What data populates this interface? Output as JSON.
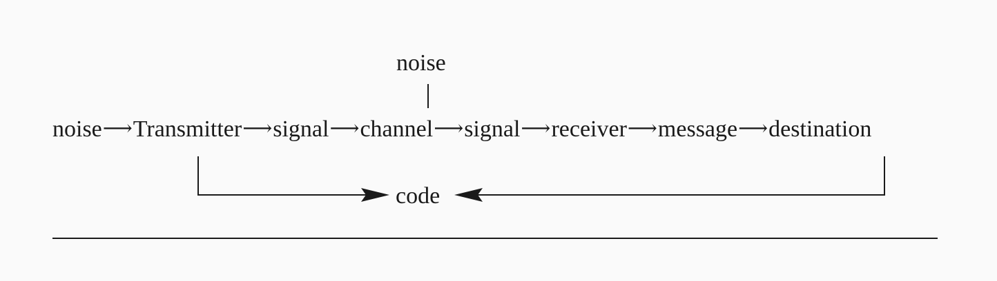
{
  "diagram": {
    "noise_top": "noise",
    "chain_nodes": [
      "noise",
      "Transmitter",
      "signal",
      "channel",
      "signal",
      "receiver",
      "message",
      "destination"
    ],
    "arrow_glyph": "⟶",
    "code_label": "code"
  }
}
